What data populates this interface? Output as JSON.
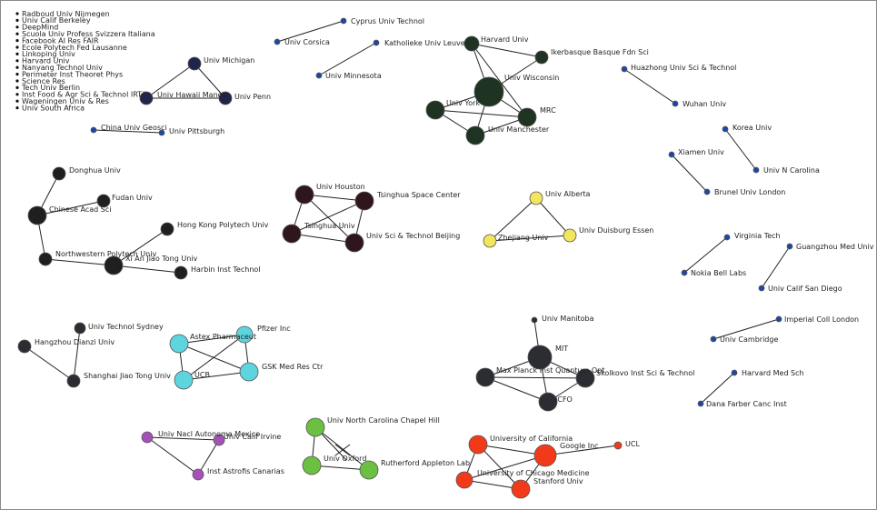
{
  "legend": [
    "Radboud Univ Nijmegen",
    "Univ Calif Berkeley",
    "DeepMind",
    "Scuola Univ Profess Svizzera Italiana",
    "Facebook AI Res FAIR",
    "Ecole Polytech Fed Lausanne",
    "Linkoping Univ",
    "Harvard Univ",
    "Nanyang Technol Univ",
    "Perimeter Inst Theoret Phys",
    "Science Res",
    "Tech Univ Berlin",
    "Inst Food & Agr Sci & Technol IRTA",
    "Wageningen Univ & Res",
    "Univ South Africa"
  ],
  "colors": {
    "navy": "#22254a",
    "blue": "#1f46a6",
    "darkgreen": "#1f3322",
    "black": "#1f1f1f",
    "maroon": "#2e161c",
    "yellow": "#f2e65f",
    "cyan": "#5ed4de",
    "purple": "#a651b8",
    "green": "#6bc042",
    "red": "#f23a1a",
    "dark": "#2b2d33"
  },
  "nodes": [
    {
      "id": "corsica",
      "label": "Univ Corsica",
      "color": "blue",
      "r": 3
    },
    {
      "id": "cyprus",
      "label": "Cyprus Univ Technol",
      "color": "blue",
      "r": 3
    },
    {
      "id": "leuven",
      "label": "Katholieke Univ Leuven",
      "color": "blue",
      "r": 3
    },
    {
      "id": "minnesota",
      "label": "Univ Minnesota",
      "color": "blue",
      "r": 3
    },
    {
      "id": "michigan",
      "label": "Univ Michigan",
      "color": "navy",
      "r": 7
    },
    {
      "id": "hawaii",
      "label": "Univ Hawaii Manoa",
      "color": "navy",
      "r": 7
    },
    {
      "id": "penn",
      "label": "Univ Penn",
      "color": "navy",
      "r": 7
    },
    {
      "id": "geosci",
      "label": "China Univ Geosci",
      "color": "blue",
      "r": 3
    },
    {
      "id": "pittsburgh",
      "label": "Univ Pittsburgh",
      "color": "blue",
      "r": 3
    },
    {
      "id": "harvard",
      "label": "Harvard Univ",
      "color": "darkgreen",
      "r": 8
    },
    {
      "id": "ikerbasque",
      "label": "Ikerbasque Basque Fdn Sci",
      "color": "darkgreen",
      "r": 7
    },
    {
      "id": "wisconsin",
      "label": "Univ Wisconsin",
      "color": "darkgreen",
      "r": 16
    },
    {
      "id": "york",
      "label": "Univ York",
      "color": "darkgreen",
      "r": 10
    },
    {
      "id": "mrc",
      "label": "MRC",
      "color": "darkgreen",
      "r": 10
    },
    {
      "id": "manchester",
      "label": "Univ Manchester",
      "color": "darkgreen",
      "r": 10
    },
    {
      "id": "huazhong",
      "label": "Huazhong Univ Sci & Technol",
      "color": "blue",
      "r": 3
    },
    {
      "id": "wuhan",
      "label": "Wuhan Univ",
      "color": "blue",
      "r": 3
    },
    {
      "id": "korea",
      "label": "Korea Univ",
      "color": "blue",
      "r": 3
    },
    {
      "id": "uncarolina",
      "label": "Univ N Carolina",
      "color": "blue",
      "r": 3
    },
    {
      "id": "xiamen",
      "label": "Xiamen Univ",
      "color": "blue",
      "r": 3
    },
    {
      "id": "brunel",
      "label": "Brunel Univ London",
      "color": "blue",
      "r": 3
    },
    {
      "id": "donghua",
      "label": "Donghua Univ",
      "color": "black",
      "r": 7
    },
    {
      "id": "fudan",
      "label": "Fudan Univ",
      "color": "black",
      "r": 7
    },
    {
      "id": "chineseacad",
      "label": "Chinese Acad Sci",
      "color": "black",
      "r": 10
    },
    {
      "id": "hkpolytech",
      "label": "Hong Kong Polytech Univ",
      "color": "black",
      "r": 7
    },
    {
      "id": "nwpolytech",
      "label": "Northwestern Polytech Univ",
      "color": "black",
      "r": 7
    },
    {
      "id": "xian",
      "label": "Xi An Jiao Tong Univ",
      "color": "black",
      "r": 10
    },
    {
      "id": "harbin",
      "label": "Harbin Inst Technol",
      "color": "black",
      "r": 7
    },
    {
      "id": "houston",
      "label": "Univ Houston",
      "color": "maroon",
      "r": 10
    },
    {
      "id": "tsinghuaspace",
      "label": "Tsinghua Space Center",
      "color": "maroon",
      "r": 10
    },
    {
      "id": "tsinghua",
      "label": "Tsinghua Univ",
      "color": "maroon",
      "r": 10
    },
    {
      "id": "ustbeijing",
      "label": "Univ Sci & Technol Beijing",
      "color": "maroon",
      "r": 10
    },
    {
      "id": "alberta",
      "label": "Univ Alberta",
      "color": "yellow",
      "r": 7
    },
    {
      "id": "zhejiang",
      "label": "Zhejiang Univ",
      "color": "yellow",
      "r": 7
    },
    {
      "id": "duisburg",
      "label": "Univ Duisburg Essen",
      "color": "yellow",
      "r": 7
    },
    {
      "id": "virginia",
      "label": "Virginia Tech",
      "color": "blue",
      "r": 3
    },
    {
      "id": "nokia",
      "label": "Nokia Bell Labs",
      "color": "blue",
      "r": 3
    },
    {
      "id": "gzmed",
      "label": "Guangzhou Med Univ",
      "color": "blue",
      "r": 3
    },
    {
      "id": "ucsd",
      "label": "Univ Calif San Diego",
      "color": "blue",
      "r": 3
    },
    {
      "id": "sydney",
      "label": "Univ Technol Sydney",
      "color": "dark",
      "r": 6
    },
    {
      "id": "hangzhou",
      "label": "Hangzhou Dianzi Univ",
      "color": "dark",
      "r": 7
    },
    {
      "id": "sjtu",
      "label": "Shanghai Jiao Tong Univ",
      "color": "dark",
      "r": 7
    },
    {
      "id": "astex",
      "label": "Astex Pharmaceut",
      "color": "cyan",
      "r": 10
    },
    {
      "id": "pfizer",
      "label": "Pfizer Inc",
      "color": "cyan",
      "r": 9
    },
    {
      "id": "ucb",
      "label": "UCB",
      "color": "cyan",
      "r": 10
    },
    {
      "id": "gsk",
      "label": "GSK Med Res Ctr",
      "color": "cyan",
      "r": 10
    },
    {
      "id": "manitoba",
      "label": "Univ Manitoba",
      "color": "dark",
      "r": 3
    },
    {
      "id": "mit",
      "label": "MIT",
      "color": "dark",
      "r": 13
    },
    {
      "id": "maxplanck",
      "label": "Max Planck Inst Quantum Opt",
      "color": "dark",
      "r": 10
    },
    {
      "id": "skolkovo",
      "label": "Skolkovo Inst Sci & Technol",
      "color": "dark",
      "r": 10
    },
    {
      "id": "icfo",
      "label": "ICFO",
      "color": "dark",
      "r": 10
    },
    {
      "id": "imperial",
      "label": "Imperial Coll London",
      "color": "blue",
      "r": 3
    },
    {
      "id": "cambridge",
      "label": "Univ Cambridge",
      "color": "blue",
      "r": 3
    },
    {
      "id": "harvardmed",
      "label": "Harvard Med Sch",
      "color": "blue",
      "r": 3
    },
    {
      "id": "danafarber",
      "label": "Dana Farber Canc Inst",
      "color": "blue",
      "r": 3
    },
    {
      "id": "unam",
      "label": "Univ Nacl Autonoma Mexico",
      "color": "purple",
      "r": 6
    },
    {
      "id": "irvine",
      "label": "Univ Calif Irvine",
      "color": "purple",
      "r": 6
    },
    {
      "id": "canarias",
      "label": "Inst Astrofis Canarias",
      "color": "purple",
      "r": 6
    },
    {
      "id": "unc",
      "label": "Univ North Carolina Chapel Hill",
      "color": "green",
      "r": 10
    },
    {
      "id": "oxford",
      "label": "Univ Oxford",
      "color": "green",
      "r": 10
    },
    {
      "id": "rutherford",
      "label": "Rutherford Appleton Lab",
      "color": "green",
      "r": 10
    },
    {
      "id": "uc",
      "label": "University of California",
      "color": "red",
      "r": 10
    },
    {
      "id": "google",
      "label": "Google Inc",
      "color": "red",
      "r": 12
    },
    {
      "id": "ucl",
      "label": "UCL",
      "color": "red",
      "r": 4
    },
    {
      "id": "uchicago",
      "label": "University of Chicago Medicine",
      "color": "red",
      "r": 9
    },
    {
      "id": "stanford",
      "label": "Stanford Univ",
      "color": "red",
      "r": 10
    }
  ],
  "edges": [
    [
      "corsica",
      "cyprus"
    ],
    [
      "leuven",
      "minnesota"
    ],
    [
      "michigan",
      "hawaii"
    ],
    [
      "michigan",
      "penn"
    ],
    [
      "hawaii",
      "penn"
    ],
    [
      "geosci",
      "pittsburgh"
    ],
    [
      "harvard",
      "wisconsin"
    ],
    [
      "harvard",
      "mrc"
    ],
    [
      "ikerbasque",
      "wisconsin"
    ],
    [
      "harvard",
      "ikerbasque"
    ],
    [
      "york",
      "wisconsin"
    ],
    [
      "york",
      "mrc"
    ],
    [
      "york",
      "manchester"
    ],
    [
      "wisconsin",
      "manchester"
    ],
    [
      "wisconsin",
      "mrc"
    ],
    [
      "manchester",
      "mrc"
    ],
    [
      "huazhong",
      "wuhan"
    ],
    [
      "korea",
      "uncarolina"
    ],
    [
      "xiamen",
      "brunel"
    ],
    [
      "donghua",
      "chineseacad"
    ],
    [
      "fudan",
      "chineseacad"
    ],
    [
      "chineseacad",
      "nwpolytech"
    ],
    [
      "nwpolytech",
      "xian"
    ],
    [
      "xian",
      "harbin"
    ],
    [
      "hkpolytech",
      "xian"
    ],
    [
      "houston",
      "tsinghuaspace"
    ],
    [
      "houston",
      "tsinghua"
    ],
    [
      "houston",
      "ustbeijing"
    ],
    [
      "tsinghuaspace",
      "ustbeijing"
    ],
    [
      "tsinghua",
      "ustbeijing"
    ],
    [
      "tsinghuaspace",
      "tsinghua"
    ],
    [
      "alberta",
      "zhejiang"
    ],
    [
      "alberta",
      "duisburg"
    ],
    [
      "zhejiang",
      "duisburg"
    ],
    [
      "virginia",
      "nokia"
    ],
    [
      "gzmed",
      "ucsd"
    ],
    [
      "sydney",
      "sjtu"
    ],
    [
      "hangzhou",
      "sjtu"
    ],
    [
      "astex",
      "pfizer"
    ],
    [
      "astex",
      "ucb"
    ],
    [
      "astex",
      "gsk"
    ],
    [
      "pfizer",
      "gsk"
    ],
    [
      "ucb",
      "gsk"
    ],
    [
      "ucb",
      "pfizer"
    ],
    [
      "manitoba",
      "mit"
    ],
    [
      "mit",
      "maxplanck"
    ],
    [
      "mit",
      "skolkovo"
    ],
    [
      "mit",
      "icfo"
    ],
    [
      "maxplanck",
      "skolkovo"
    ],
    [
      "maxplanck",
      "icfo"
    ],
    [
      "skolkovo",
      "icfo"
    ],
    [
      "imperial",
      "cambridge"
    ],
    [
      "harvardmed",
      "danafarber"
    ],
    [
      "unam",
      "irvine"
    ],
    [
      "unam",
      "canarias"
    ],
    [
      "irvine",
      "canarias"
    ],
    [
      "unc",
      "oxford"
    ],
    [
      "unc",
      "rutherford"
    ],
    [
      "oxford",
      "rutherford"
    ],
    [
      "unc",
      "google_x"
    ],
    [
      "uc",
      "google"
    ],
    [
      "uc",
      "uchicago"
    ],
    [
      "uc",
      "stanford"
    ],
    [
      "google",
      "uchicago"
    ],
    [
      "google",
      "stanford"
    ],
    [
      "google",
      "ucl"
    ],
    [
      "uchicago",
      "stanford"
    ]
  ]
}
